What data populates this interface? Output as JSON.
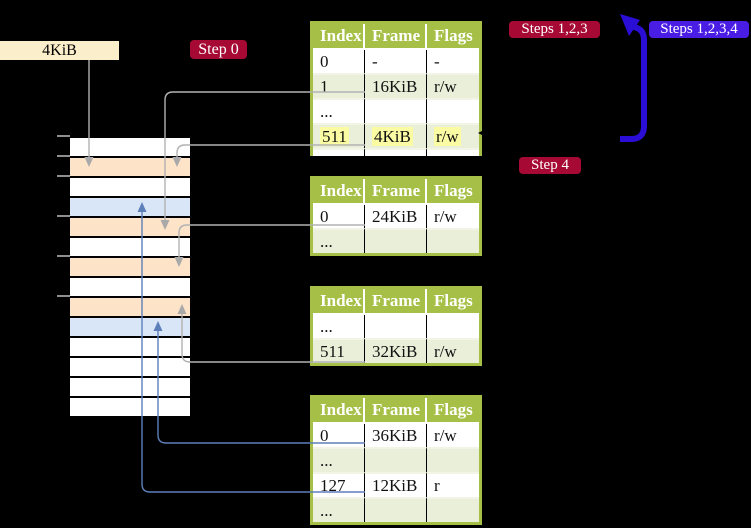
{
  "labels": {
    "size_box": "4KiB",
    "step0": "Step 0",
    "steps123": "Steps 1,2,3",
    "steps1234": "Steps 1,2,3,4",
    "step4": "Step 4"
  },
  "tables": [
    {
      "headers": [
        "Index",
        "Frame",
        "Flags"
      ],
      "rows": [
        {
          "cells": [
            "0",
            "-",
            "-"
          ]
        },
        {
          "cells": [
            "1",
            "16KiB",
            "r/w"
          ]
        },
        {
          "cells": [
            "...",
            "",
            ""
          ]
        },
        {
          "cells": [
            "511",
            "4KiB",
            "r/w"
          ],
          "highlighted": true
        },
        {
          "cells": [
            "",
            "",
            ""
          ]
        }
      ]
    },
    {
      "headers": [
        "Index",
        "Frame",
        "Flags"
      ],
      "rows": [
        {
          "cells": [
            "0",
            "24KiB",
            "r/w"
          ]
        },
        {
          "cells": [
            "...",
            "",
            ""
          ]
        }
      ]
    },
    {
      "headers": [
        "Index",
        "Frame",
        "Flags"
      ],
      "rows": [
        {
          "cells": [
            "...",
            "",
            ""
          ]
        },
        {
          "cells": [
            "511",
            "32KiB",
            "r/w"
          ]
        }
      ]
    },
    {
      "headers": [
        "Index",
        "Frame",
        "Flags"
      ],
      "rows": [
        {
          "cells": [
            "0",
            "36KiB",
            "r/w"
          ]
        },
        {
          "cells": [
            "...",
            "",
            ""
          ]
        },
        {
          "cells": [
            "127",
            "12KiB",
            "r"
          ]
        },
        {
          "cells": [
            "...",
            "",
            ""
          ]
        }
      ]
    }
  ],
  "memory": {
    "rows": [
      "white",
      "peach",
      "white",
      "blue",
      "peach",
      "white",
      "peach",
      "white",
      "peach",
      "blue",
      "white",
      "white",
      "white",
      "white"
    ],
    "tick_offsets": [
      0,
      20,
      40,
      80,
      120,
      160
    ]
  },
  "palette": {
    "white": "#ffffff",
    "peach": "#fde3c8",
    "blue": "#d9e6f7",
    "table_green": "#a6c047",
    "row_green": "#e9efd9",
    "highlight_yellow": "#fbfba3",
    "label_crimson": "#a60a34",
    "label_violet": "#4a1de5",
    "loop_arrow_blue": "#2a0ed6",
    "connector_gray": "#b2b2b2",
    "connector_steelblue": "#5d7fba",
    "size_box_cream": "#fbeecb"
  }
}
